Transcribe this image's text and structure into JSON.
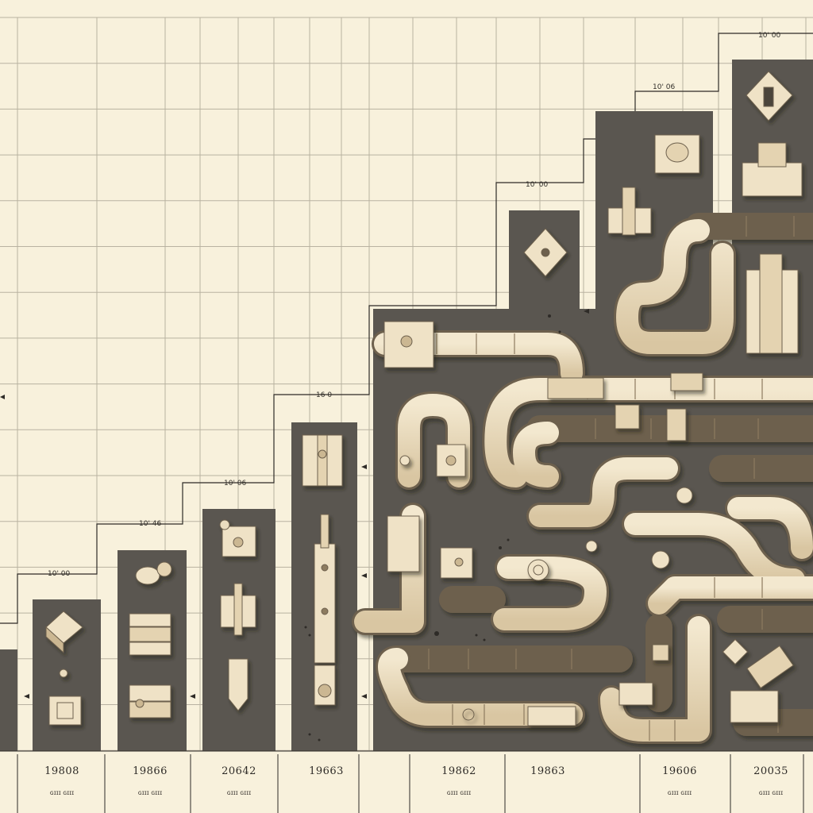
{
  "colors": {
    "paper": "#f8f1dc",
    "grid": "#b9b2a1",
    "panel": "#5a5650",
    "wood": "#eadcbf",
    "wood_dark": "#a8957a",
    "ink": "#2e2b27"
  },
  "step_labels": [
    "10' 00",
    "10' 46",
    "10' 06",
    "16 0",
    "10' 00",
    "10' 06",
    "10' 00"
  ],
  "columns": [
    {
      "year": "",
      "caption": ""
    },
    {
      "year": "19808",
      "caption": "ɢɪɪɪ ɢɪɪɪ"
    },
    {
      "year": "19866",
      "caption": "ɢɪɪɪ ɢɪɪɪ"
    },
    {
      "year": "20642",
      "caption": "ɢɪɪɪ ɢɪɪɪ"
    },
    {
      "year": "19663",
      "caption": ""
    },
    {
      "year": "19862",
      "caption": "ɢɪɪɪ ɢɪɪɪ"
    },
    {
      "year": "19863",
      "caption": ""
    },
    {
      "year": "19606",
      "caption": "ɢɪɪɪ ɢɪɪɪ"
    },
    {
      "year": "20035",
      "caption": "ɢɪɪɪ ɢɪɪɪ"
    }
  ],
  "icons": [
    "cube-block-icon",
    "bead-icon",
    "hexagon-block-icon",
    "rail-track-icon",
    "stacked-blocks-icon"
  ]
}
